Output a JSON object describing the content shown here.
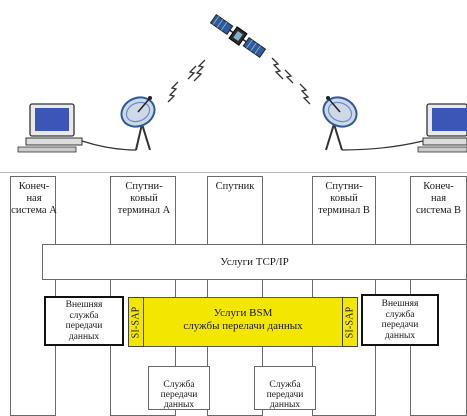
{
  "columns": [
    {
      "id": "end-system-a",
      "label": "Конеч-\nная\nсистема А"
    },
    {
      "id": "sat-terminal-a",
      "label": "Спутни-\nковый\nтерминал А"
    },
    {
      "id": "satellite",
      "label": "Спутник"
    },
    {
      "id": "sat-terminal-b",
      "label": "Спутни-\nковый\nтерминал В"
    },
    {
      "id": "end-system-b",
      "label": "Конеч-\nная\nсистема В"
    }
  ],
  "tcp_band": {
    "label": "Услуги TCP/IP"
  },
  "external_left": {
    "label": "Внешняя\nслужба\nпередачи\nданных"
  },
  "external_right": {
    "label": "Внешняя\nслужба\nпередачи\nданных"
  },
  "sap_left": {
    "label": "SI-SAP"
  },
  "sap_right": {
    "label": "SI-SAP"
  },
  "bsm_band": {
    "label": "Услуги BSM\nслужбы перелачи данных"
  },
  "service_left": {
    "label": "Служба\nпередачи\nданных"
  },
  "service_right": {
    "label": "Служба\nпередачи\nданных"
  },
  "colors": {
    "bsm": "#f3e600",
    "border": "#6a6a6a"
  }
}
